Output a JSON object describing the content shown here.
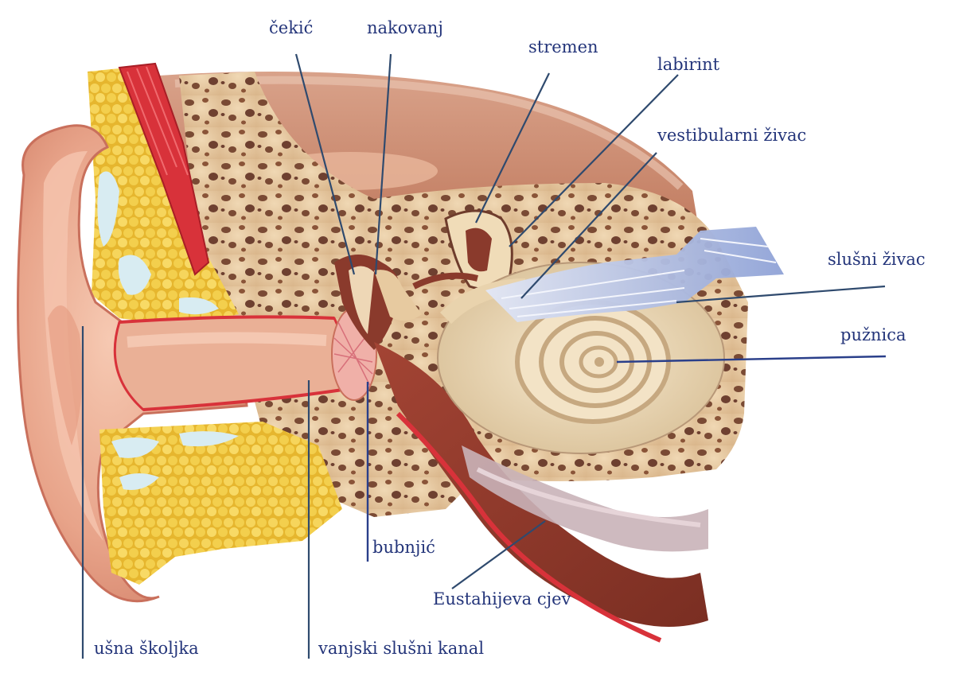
{
  "labels": {
    "malleus": "čekić",
    "incus": "nakovanj",
    "stapes": "stremen",
    "labyrinth": "labirint",
    "vestibular_nerve": "vestibularni živac",
    "auditory_nerve": "slušni živac",
    "cochlea": "pužnica",
    "eardrum": "bubnjić",
    "eustachian_tube": "Eustahijeva cjev",
    "outer_ear": "ušna školjka",
    "ear_canal": "vanjski slušni kanal"
  },
  "colors": {
    "label_text": "#24357a",
    "leader_line": "#2f4a6e",
    "skin": "#e8a48a",
    "skin_dark": "#c9705c",
    "fat": "#f2c84a",
    "bone": "#e6c7a0",
    "bone_spots": "#7a4a34",
    "muscle": "#d8323a",
    "nerve": "#aebbe0",
    "cochlea": "#ecd8b6",
    "tube": "#8a3a2c"
  }
}
